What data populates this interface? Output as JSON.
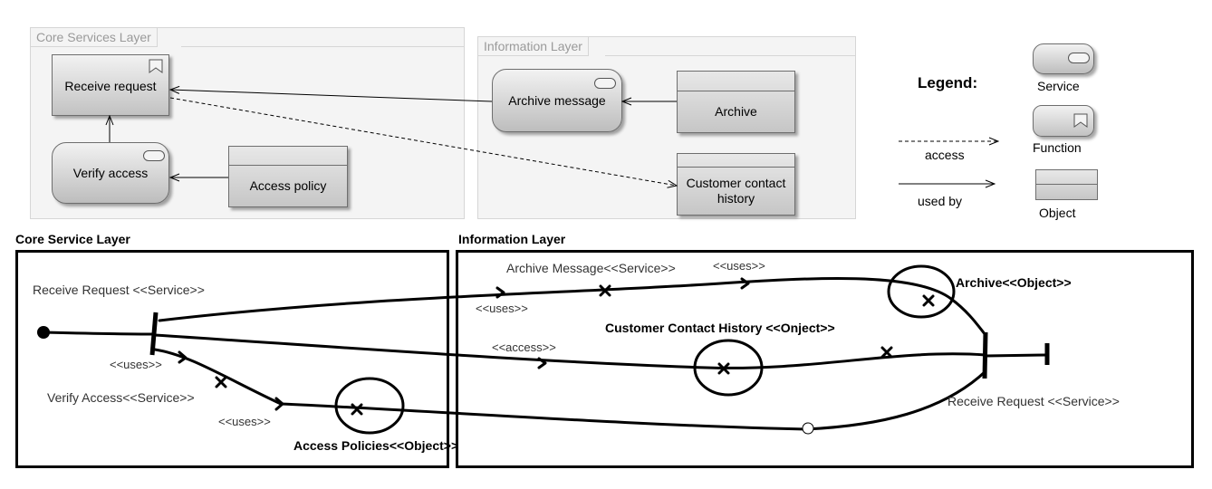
{
  "archimate": {
    "core_lane": {
      "title": "Core Services Layer"
    },
    "info_lane": {
      "title": "Information Layer"
    },
    "receive_request": "Receive request",
    "verify_access": "Verify access",
    "access_policy": "Access policy",
    "archive_message": "Archive message",
    "archive": "Archive",
    "customer_contact_history": "Customer contact history"
  },
  "legend": {
    "title": "Legend:",
    "service": "Service",
    "function": "Function",
    "object": "Object",
    "access": "access",
    "used_by": "used by"
  },
  "petri": {
    "core_box_title": "Core Service Layer",
    "info_box_title": "Information Layer",
    "receive_request_start": "Receive Request <<Service>>",
    "uses_1": "<<uses>>",
    "verify_access": "Verify Access<<Service>>",
    "uses_2": "<<uses>>",
    "access_policies": "Access Policies<<Object>>",
    "uses_3": "<<uses>>",
    "archive_message": "Archive Message<<Service>>",
    "uses_4": "<<uses>>",
    "archive": "Archive<<Object>>",
    "access": "<<access>>",
    "customer_contact_history": "Customer Contact History <<Onject>>",
    "receive_request_end": "Receive Request <<Service>>"
  }
}
